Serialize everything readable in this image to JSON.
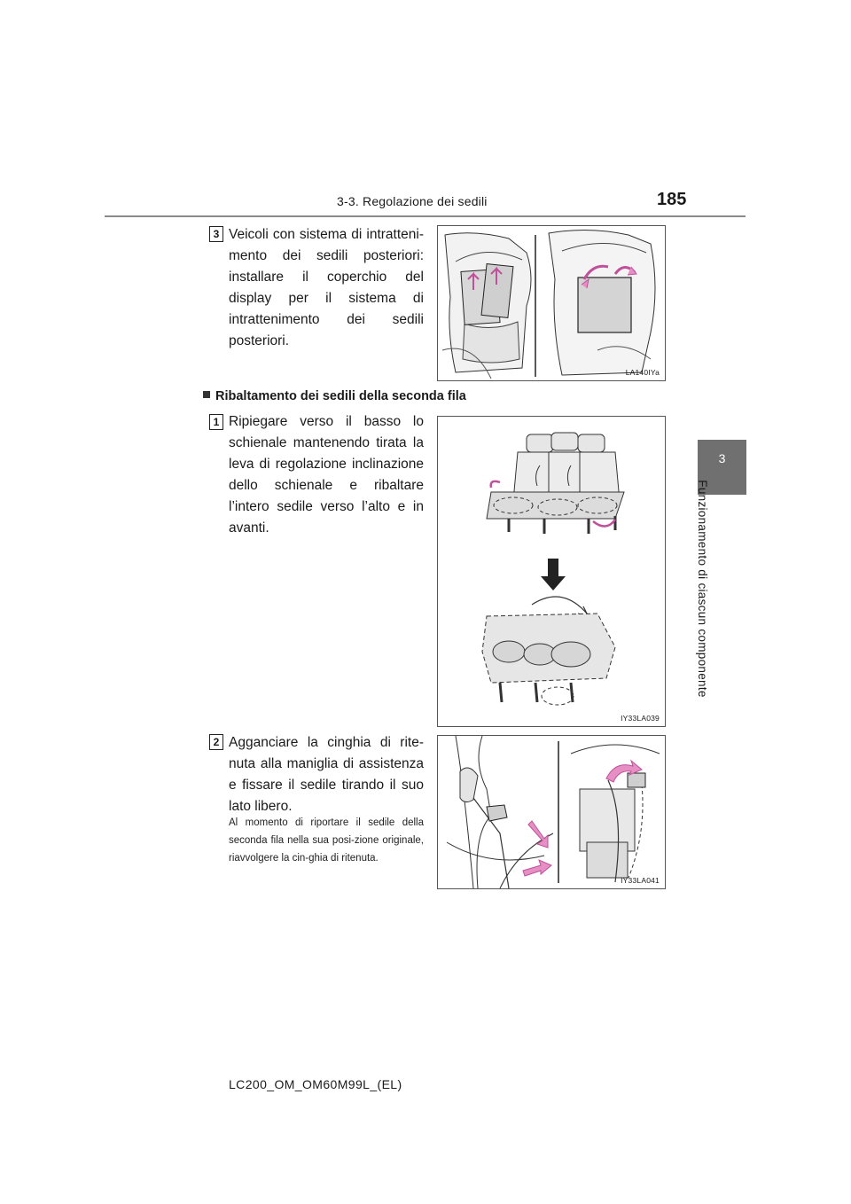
{
  "header": {
    "section": "3-3. Regolazione dei sedili",
    "page_number": "185"
  },
  "side_tab": {
    "chapter_number": "3",
    "chapter_title": "Funzionamento di ciascun componente"
  },
  "step3": {
    "number": "3",
    "text": "Veicoli con sistema di intratteni-mento dei sedili posteriori: installare il coperchio del display per il sistema di intrattenimento dei sedili posteriori.",
    "figure_code": "LA140IYa"
  },
  "subheading": "Ribaltamento dei sedili della seconda fila",
  "step1": {
    "number": "1",
    "text": "Ripiegare verso il basso lo schienale mantenendo tirata la leva di regolazione inclinazione dello schienale e ribaltare l’intero sedile verso l’alto e in avanti.",
    "figure_code": "IY33LA039"
  },
  "step2": {
    "number": "2",
    "text": "Agganciare la cinghia di rite-nuta alla maniglia di assistenza e fissare il sedile tirando il suo lato libero.",
    "note": "Al momento di riportare il sedile della seconda fila nella sua posi-zione originale, riavvolgere la cin-ghia di ritenuta.",
    "figure_code": "IY33LA041"
  },
  "footer": "LC200_OM_OM60M99L_(EL)",
  "colors": {
    "arrow_pink": "#e58fc4",
    "tab_gray": "#707070",
    "rule_gray": "#8a8a8a"
  }
}
